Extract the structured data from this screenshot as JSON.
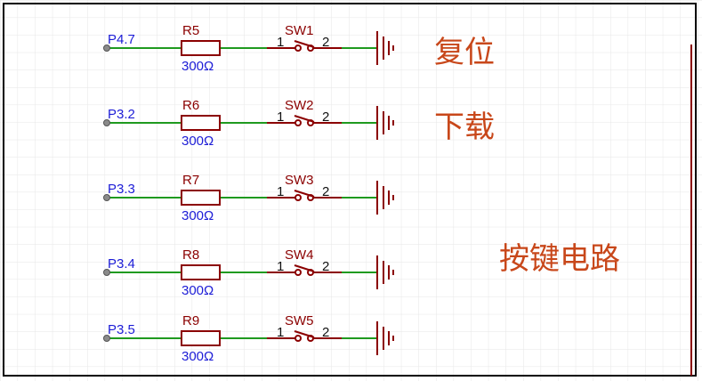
{
  "colors": {
    "wire": "#1f9a1f",
    "component": "#8b0000",
    "net_label": "#1c1cd6",
    "annotation": "#c8471a",
    "grid": "#e4e4e4",
    "frame": "#000000"
  },
  "circuits": [
    {
      "net": "P4.7",
      "resistor": {
        "ref": "R5",
        "value": "300Ω"
      },
      "switch": {
        "ref": "SW1",
        "pin1": "1",
        "pin2": "2"
      }
    },
    {
      "net": "P3.2",
      "resistor": {
        "ref": "R6",
        "value": "300Ω"
      },
      "switch": {
        "ref": "SW2",
        "pin1": "1",
        "pin2": "2"
      }
    },
    {
      "net": "P3.3",
      "resistor": {
        "ref": "R7",
        "value": "300Ω"
      },
      "switch": {
        "ref": "SW3",
        "pin1": "1",
        "pin2": "2"
      }
    },
    {
      "net": "P3.4",
      "resistor": {
        "ref": "R8",
        "value": "300Ω"
      },
      "switch": {
        "ref": "SW4",
        "pin1": "1",
        "pin2": "2"
      }
    },
    {
      "net": "P3.5",
      "resistor": {
        "ref": "R9",
        "value": "300Ω"
      },
      "switch": {
        "ref": "SW5",
        "pin1": "1",
        "pin2": "2"
      }
    }
  ],
  "annotations": {
    "reset": "复位",
    "download": "下载",
    "title": "按键电路"
  }
}
